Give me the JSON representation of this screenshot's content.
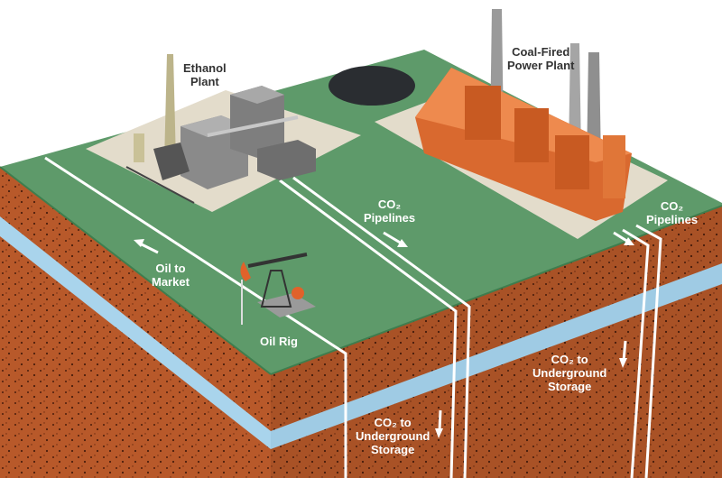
{
  "colors": {
    "ground": "#5e9a6a",
    "soil": "#b8592a",
    "aquifer": "#a9d4ec",
    "pipeline": "#ffffff",
    "pad": "#e3dccb",
    "plant_grey": "#9a9a9a",
    "brick": "#d9692f"
  },
  "labels": {
    "ethanol_plant": [
      "Ethanol",
      "Plant"
    ],
    "coal_plant": [
      "Coal-Fired",
      "Power Plant"
    ],
    "co2_pipelines_center": [
      "CO₂",
      "Pipelines"
    ],
    "co2_pipelines_right": [
      "CO₂",
      "Pipelines"
    ],
    "oil_to_market": [
      "Oil to",
      "Market"
    ],
    "oil_rig": "Oil Rig",
    "storage_right": [
      "CO₂ to",
      "Underground",
      "Storage"
    ],
    "storage_front": [
      "CO₂ to",
      "Underground",
      "Storage"
    ]
  },
  "icons": [
    "arrow-left-icon",
    "arrow-down-right-icon",
    "arrow-down-icon",
    "pump-jack-icon"
  ]
}
